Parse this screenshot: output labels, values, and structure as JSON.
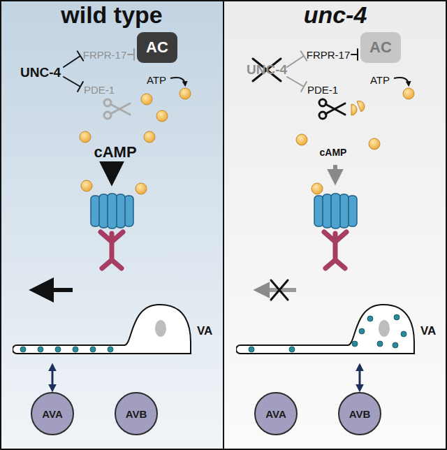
{
  "diagram": {
    "nodes": [
      {
        "text": [
          "wild type"
        ]
      },
      {
        "text": [
          "AC"
        ],
        "in": 0
      },
      {
        "text": [
          "VA"
        ],
        "in": 0
      },
      {
        "text": [
          "AVA"
        ],
        "in": 0
      },
      {
        "text": [
          "AVB"
        ],
        "in": 0
      },
      {
        "text": [
          "unc-4"
        ]
      },
      {
        "text": [
          "AC"
        ],
        "in": 5
      },
      {
        "text": [
          "VA"
        ],
        "in": 5
      },
      {
        "text": [
          "AVA"
        ],
        "in": 5
      },
      {
        "text": [
          "AVB"
        ],
        "in": 5
      }
    ],
    "edges": [
      {
        "from": 2,
        "to": 3,
        "arrow": "both"
      },
      {
        "from": 7,
        "to": 9,
        "arrow": "both"
      }
    ],
    "labels": [
      "UNC-4",
      "FRPR-17",
      "ATP",
      "PDE-1",
      "cAMP",
      "UNC-4",
      "FRPR-17",
      "ATP",
      "PDE-1",
      "cAMP"
    ]
  }
}
